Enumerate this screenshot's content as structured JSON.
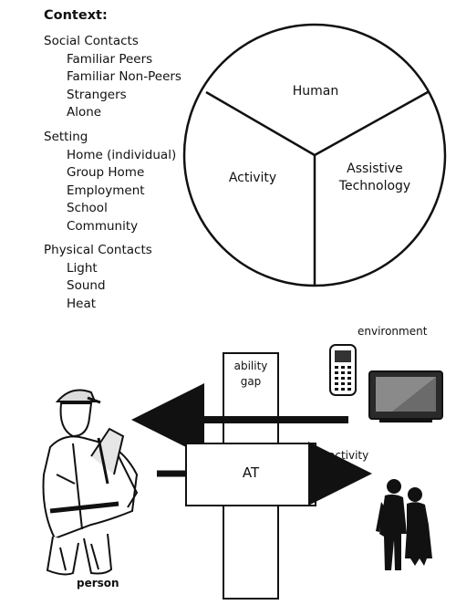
{
  "context": {
    "title": "Context:",
    "groups": [
      {
        "heading": "Social Contacts",
        "items": [
          "Familiar Peers",
          "Familiar Non-Peers",
          "Strangers",
          "Alone"
        ]
      },
      {
        "heading": "Setting",
        "items": [
          "Home (individual)",
          "Group Home",
          "Employment",
          "School",
          "Community"
        ]
      },
      {
        "heading": "Physical Contacts",
        "items": [
          "Light",
          "Sound",
          "Heat"
        ]
      }
    ]
  },
  "circle": {
    "human": "Human",
    "activity": "Activity",
    "assistive_line1": "Assistive",
    "assistive_line2": "Technology"
  },
  "bottom": {
    "environment": "environment",
    "ability_line1": "ability",
    "ability_line2": "gap",
    "at": "AT",
    "activity": "activity",
    "person": "person"
  }
}
